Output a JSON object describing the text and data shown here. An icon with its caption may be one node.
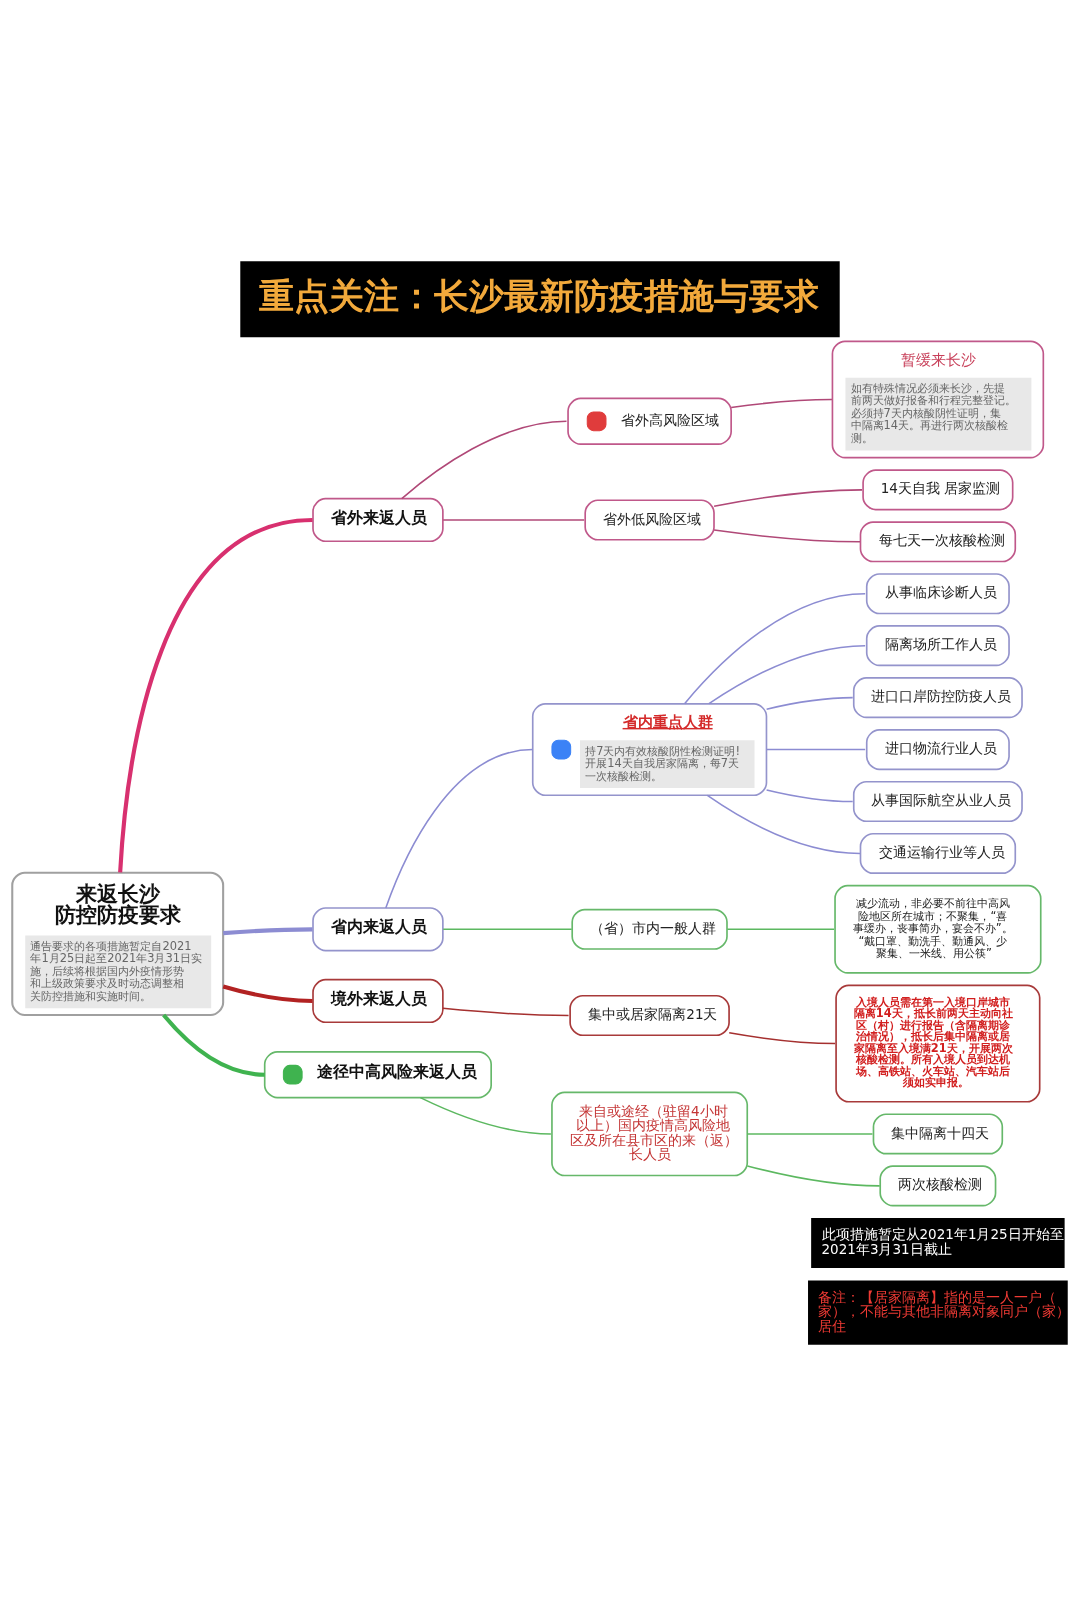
{
  "diagram": {
    "title": "重点关注：长沙最新防疫措施与要求",
    "nodes": [
      {
        "text": [
          "来返长沙防控防疫要求",
          "通告要求的各项措施暂定自2021年1月25日起至2021年3月31日实施，后续将根据国内外疫情形势和上级政策要求及时动态调整相关防控措施和实施时间。"
        ]
      },
      {
        "text": [
          "省外来返人员"
        ]
      },
      {
        "text": [
          "省外高风险区域"
        ]
      },
      {
        "text": [
          "暂缓来长沙",
          "如有特殊情况必须来长沙，先提前两天做好报备和行程完整登记。必须持7天内核酸阴性证明，集中隔离14天。再进行两次核酸检测。"
        ]
      },
      {
        "text": [
          "省外低风险区域"
        ]
      },
      {
        "text": [
          "14天自我 居家监测"
        ]
      },
      {
        "text": [
          "每七天一次核酸检测"
        ]
      },
      {
        "text": [
          "省内来返人员"
        ]
      },
      {
        "text": [
          "省内重点人群",
          "持7天内有效核酸阴性检测证明!开展14天自我居家隔离，每7天一次核酸检测。"
        ]
      },
      {
        "text": [
          "从事临床诊断人员"
        ]
      },
      {
        "text": [
          "隔离场所工作人员"
        ]
      },
      {
        "text": [
          "进口口岸防控防疫人员"
        ]
      },
      {
        "text": [
          "进口物流行业人员"
        ]
      },
      {
        "text": [
          "从事国际航空从业人员"
        ]
      },
      {
        "text": [
          "交通运输行业等人员"
        ]
      },
      {
        "text": [
          "（省）市内一般人群"
        ]
      },
      {
        "text": [
          "减少流动，非必要不前往中高风险地区所在城市；不聚集，“喜事缓办，丧事简办，宴会不办”。“戴口罩、勤洗手、勤通风、少聚集、一米线、用公筷”"
        ]
      },
      {
        "text": [
          "境外来返人员"
        ]
      },
      {
        "text": [
          "集中或居家隔离21天"
        ]
      },
      {
        "text": [
          "入境人员需在第一入境口岸城市隔离14天，抵长前两天主动向社区（村）进行报告（含隔离期诊治情况），抵长后集中隔离或居家隔离至入境满21天，开展两次核酸检测。所有入境人员到达机场、高铁站、火车站、汽车站后须如实申报。"
        ]
      },
      {
        "text": [
          "途径中高风险来返人员"
        ]
      },
      {
        "text": [
          "来自或途经（驻留4小时以上）国内疫情高风险地区及所在县市区的来（返）长人员"
        ]
      },
      {
        "text": [
          "集中隔离十四天"
        ]
      },
      {
        "text": [
          "两次核酸检测"
        ]
      }
    ],
    "edges": [
      {
        "from": 0,
        "to": 1,
        "arrow": "none",
        "style": "thick",
        "color": "#d8306f"
      },
      {
        "from": 1,
        "to": 2,
        "arrow": "none",
        "color": "#b04877"
      },
      {
        "from": 2,
        "to": 3,
        "arrow": "none",
        "color": "#b04877"
      },
      {
        "from": 1,
        "to": 4,
        "arrow": "none",
        "color": "#b04877"
      },
      {
        "from": 4,
        "to": 5,
        "arrow": "none",
        "color": "#b04877"
      },
      {
        "from": 4,
        "to": 6,
        "arrow": "none",
        "color": "#b04877"
      },
      {
        "from": 0,
        "to": 7,
        "arrow": "none",
        "style": "thick",
        "color": "#8c8cd2"
      },
      {
        "from": 7,
        "to": 8,
        "arrow": "none",
        "color": "#8c8cd2"
      },
      {
        "from": 8,
        "to": 9,
        "arrow": "none",
        "color": "#8c8cd2"
      },
      {
        "from": 8,
        "to": 10,
        "arrow": "none",
        "color": "#8c8cd2"
      },
      {
        "from": 8,
        "to": 11,
        "arrow": "none",
        "color": "#8c8cd2"
      },
      {
        "from": 8,
        "to": 12,
        "arrow": "none",
        "color": "#8c8cd2"
      },
      {
        "from": 8,
        "to": 13,
        "arrow": "none",
        "color": "#8c8cd2"
      },
      {
        "from": 8,
        "to": 14,
        "arrow": "none",
        "color": "#8c8cd2"
      },
      {
        "from": 7,
        "to": 15,
        "arrow": "none",
        "color": "#5cb860"
      },
      {
        "from": 15,
        "to": 16,
        "arrow": "none",
        "color": "#5cb860"
      },
      {
        "from": 0,
        "to": 17,
        "arrow": "none",
        "style": "thick",
        "color": "#b22222"
      },
      {
        "from": 17,
        "to": 18,
        "arrow": "none",
        "color": "#a5302f"
      },
      {
        "from": 18,
        "to": 19,
        "arrow": "none",
        "color": "#a5302f"
      },
      {
        "from": 0,
        "to": 20,
        "arrow": "none",
        "style": "thick",
        "color": "#3fb34f"
      },
      {
        "from": 20,
        "to": 21,
        "arrow": "none",
        "color": "#5cb860"
      },
      {
        "from": 21,
        "to": 22,
        "arrow": "none",
        "color": "#5cb860"
      },
      {
        "from": 21,
        "to": 23,
        "arrow": "none",
        "color": "#5cb860"
      }
    ],
    "labels": [
      "此项措施暂定从2021年1月25日开始至2021年3月31日截止",
      "备注：【居家隔离】指的是一人一户（家），不能与其他非隔离对象同户（家）居住"
    ]
  }
}
